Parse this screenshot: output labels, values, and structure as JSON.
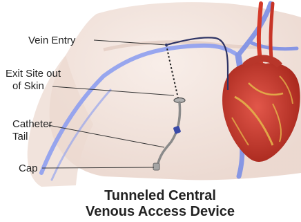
{
  "labels": {
    "vein_entry": "Vein Entry",
    "exit_site_line1": "Exit Site out",
    "exit_site_line2": "of Skin",
    "catheter_tail_line1": "Catheter",
    "catheter_tail_line2": "Tail",
    "cap": "Cap"
  },
  "title": {
    "line1": "Tunneled Central",
    "line2": "Venous Access Device"
  },
  "colors": {
    "skin": "#f2e2da",
    "vein": "#7c8fe6",
    "artery": "#d43a2a",
    "heart": "#c2392b",
    "catheter": "#7a7a7a",
    "text": "#222222"
  }
}
